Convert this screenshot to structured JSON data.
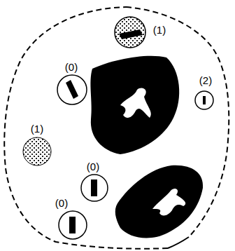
{
  "diagram": {
    "labels": [
      "(1)",
      "(0)",
      "(2)",
      "(1)",
      "(0)",
      "(0)"
    ]
  }
}
